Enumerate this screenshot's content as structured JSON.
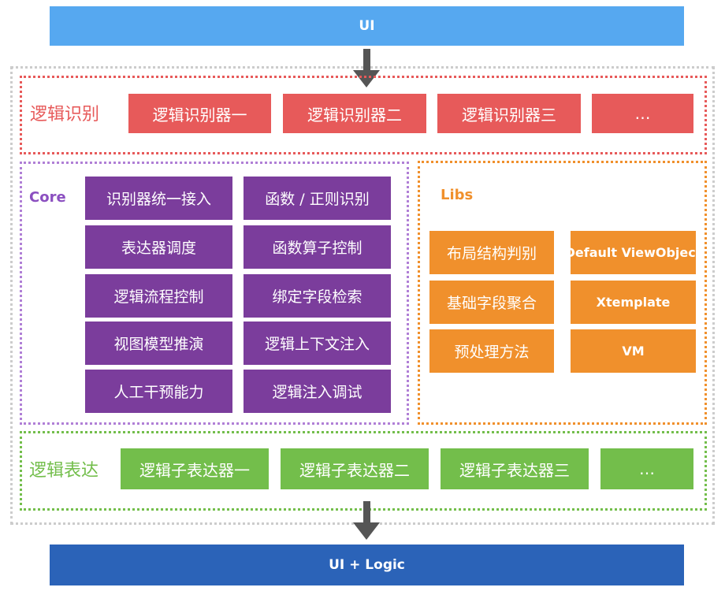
{
  "colors": {
    "ui_bar": "#56a8f0",
    "ui_logic_bar": "#2b63b8",
    "logic_recognition": "#e75a5a",
    "core": "#7b3d9c",
    "core_border": "#b07fd6",
    "libs": "#f0902c",
    "logic_expression": "#73be4b",
    "outer_border": "#cccccc",
    "arrow": "#555555"
  },
  "top_bar": {
    "label": "UI"
  },
  "bottom_bar": {
    "label": "UI + Logic"
  },
  "logic_recognition": {
    "title": "逻辑识别",
    "items": [
      "逻辑识别器一",
      "逻辑识别器二",
      "逻辑识别器三",
      "…"
    ]
  },
  "core": {
    "title": "Core",
    "items": [
      "识别器统一接入",
      "函数 / 正则识别",
      "表达器调度",
      "函数算子控制",
      "逻辑流程控制",
      "绑定字段检索",
      "视图模型推演",
      "逻辑上下文注入",
      "人工干预能力",
      "逻辑注入调试"
    ]
  },
  "libs": {
    "title": "Libs",
    "items": [
      "布局结构判别",
      "Default ViewObject",
      "基础字段聚合",
      "Xtemplate",
      "预处理方法",
      "VM"
    ]
  },
  "logic_expression": {
    "title": "逻辑表达",
    "items": [
      "逻辑子表达器一",
      "逻辑子表达器二",
      "逻辑子表达器三",
      "…"
    ]
  }
}
